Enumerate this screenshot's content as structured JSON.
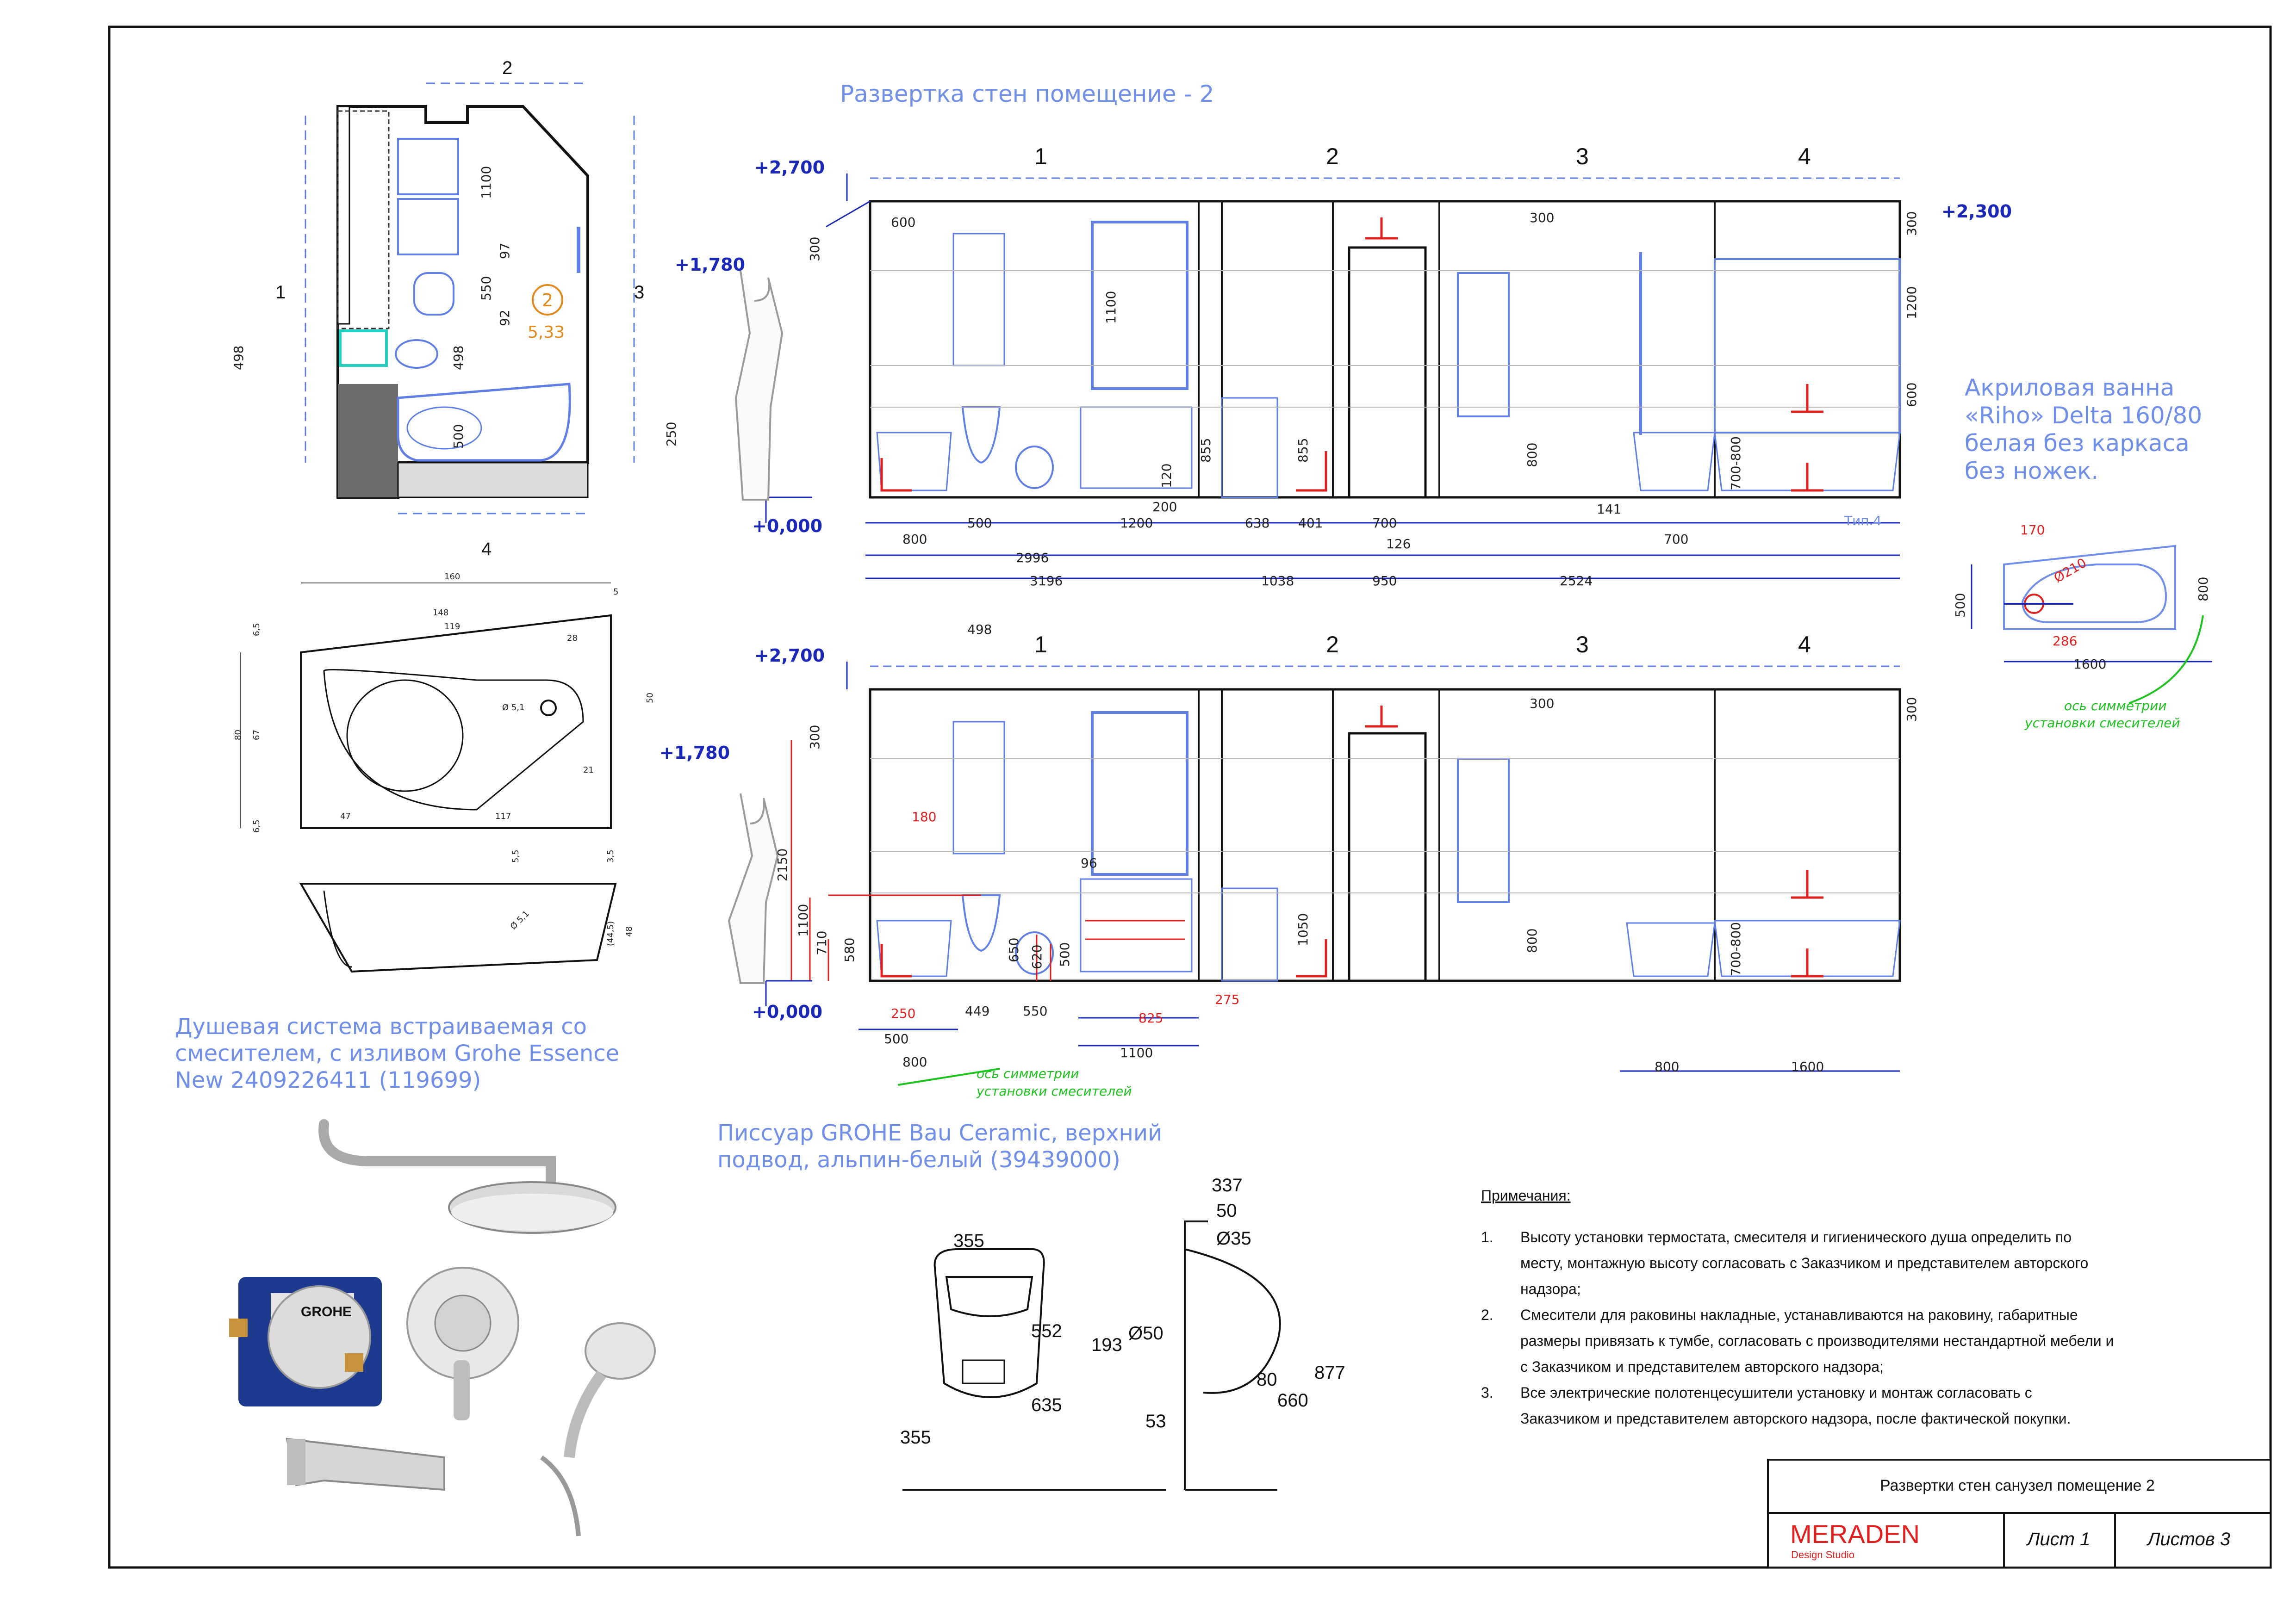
{
  "colors": {
    "blue_text": "#6f8ee8",
    "dim_blue": "#1a28b8",
    "red": "#e0201e",
    "green": "#1ec21e",
    "orange": "#e08a1e",
    "brand_red": "#e0201e"
  },
  "plan": {
    "side_numbers": [
      "1",
      "2",
      "3",
      "4"
    ],
    "room_badge": {
      "number": "2",
      "area": "5,33"
    },
    "dims": [
      "1100",
      "97",
      "550",
      "92",
      "498",
      "498",
      "500",
      "250"
    ]
  },
  "top_heading": "Развертка стен помещение - 2",
  "elev1": {
    "wall_numbers": [
      "1",
      "2",
      "3",
      "4"
    ],
    "levels": [
      "+2,700",
      "+1,780",
      "+0,000",
      "+2,300"
    ],
    "dims": [
      "600",
      "300",
      "1100",
      "300",
      "300",
      "1200",
      "600",
      "855",
      "855",
      "120",
      "800",
      "700-800"
    ],
    "bottom_row1": [
      "800",
      "500",
      "1200",
      "200",
      "638",
      "401",
      "700",
      "126",
      "141",
      "700"
    ],
    "bottom_row2": [
      "2996"
    ],
    "bottom_row3": [
      "3196",
      "1038",
      "950",
      "2524"
    ],
    "note_tip": "Tип.4"
  },
  "elev2": {
    "wall_numbers": [
      "1",
      "2",
      "3",
      "4"
    ],
    "levels": [
      "+2,700",
      "+1,780",
      "+0,000"
    ],
    "dims": [
      "498",
      "300",
      "300",
      "300",
      "2150",
      "1100",
      "710",
      "580",
      "180",
      "96",
      "650",
      "620",
      "500",
      "1050",
      "800",
      "700-800"
    ],
    "bottom_row1": [
      "250",
      "449",
      "550",
      "825",
      "275"
    ],
    "bottom_row2": [
      "500",
      "1100"
    ],
    "bottom_row3": [
      "800",
      "800",
      "1600"
    ],
    "symmetry_note": [
      "ось симметрии",
      "установки смесителей"
    ]
  },
  "bath_note": [
    "Акриловая ванна",
    "«Riho» Delta 160/80",
    "белая без каркаса",
    "без ножек."
  ],
  "bath_small": {
    "dims": [
      "170",
      "Ø210",
      "500",
      "286",
      "1600",
      "800"
    ],
    "note": [
      "ось симметрии",
      "установки смесителей"
    ]
  },
  "bath_drawing": {
    "dims": [
      "160",
      "148",
      "119",
      "28",
      "5",
      "6,5",
      "80",
      "67",
      "50",
      "Ø 5,1",
      "21",
      "47",
      "117",
      "6,5",
      "5,5",
      "3,5",
      "Ø 5,1",
      "(44,5)",
      "48"
    ]
  },
  "shower_text": [
    "Душевая система встраиваемая со",
    "смесителем, с изливом Grohe Essence",
    "New 2409226411 (119699)"
  ],
  "urinal_text": [
    "Писсуар GROHE Bau Ceramic, верхний",
    "подвод, альпин-белый (39439000)"
  ],
  "urinal_dims": [
    "355",
    "552",
    "635",
    "355",
    "337",
    "50",
    "Ø35",
    "193",
    "Ø50",
    "80",
    "877",
    "660",
    "53"
  ],
  "notes": {
    "title": "Примечания:",
    "items": [
      {
        "n": "1.",
        "lines": [
          "Высоту установки термостата, смесителя и гигиенического душа определить по",
          "месту, монтажную высоту согласовать с Заказчиком и представителем авторского",
          "надзора;"
        ]
      },
      {
        "n": "2.",
        "lines": [
          "Смесители для раковины накладные, устанавливаются на раковину, габаритные",
          "размеры привязать к тумбе, согласовать с производителями нестандартной мебели и",
          "с Заказчиком и представителем авторского надзора;"
        ]
      },
      {
        "n": "3.",
        "lines": [
          "Все электрические полотенцесушители установку и монтаж согласовать с",
          "Заказчиком и представителем авторского надзора, после фактической покупки."
        ]
      }
    ]
  },
  "stamp": {
    "title": "Развертки стен санузел помещение 2",
    "brand": "MERADEN",
    "brand_sub": "Design Studio",
    "sheet": "Лист 1",
    "sheets": "Листов 3"
  },
  "product_labels": {
    "grohe": "GROHE"
  }
}
